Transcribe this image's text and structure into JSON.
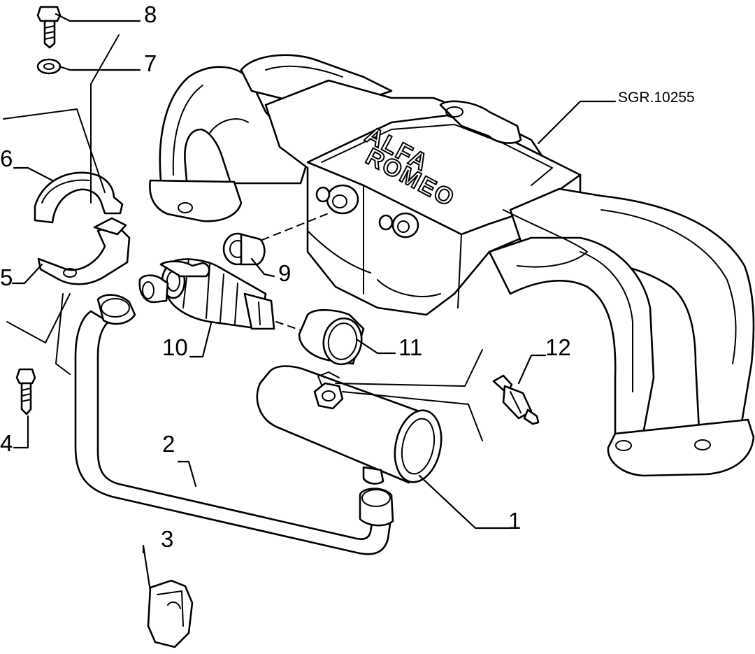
{
  "drawing_code": "SGR.10255",
  "logo": {
    "line1": "ALFA",
    "line2": "ROMEO"
  },
  "callouts": [
    {
      "number": "1"
    },
    {
      "number": "2"
    },
    {
      "number": "3"
    },
    {
      "number": "4"
    },
    {
      "number": "5"
    },
    {
      "number": "6"
    },
    {
      "number": "7"
    },
    {
      "number": "8"
    },
    {
      "number": "9"
    },
    {
      "number": "10"
    },
    {
      "number": "11"
    },
    {
      "number": "12"
    }
  ]
}
